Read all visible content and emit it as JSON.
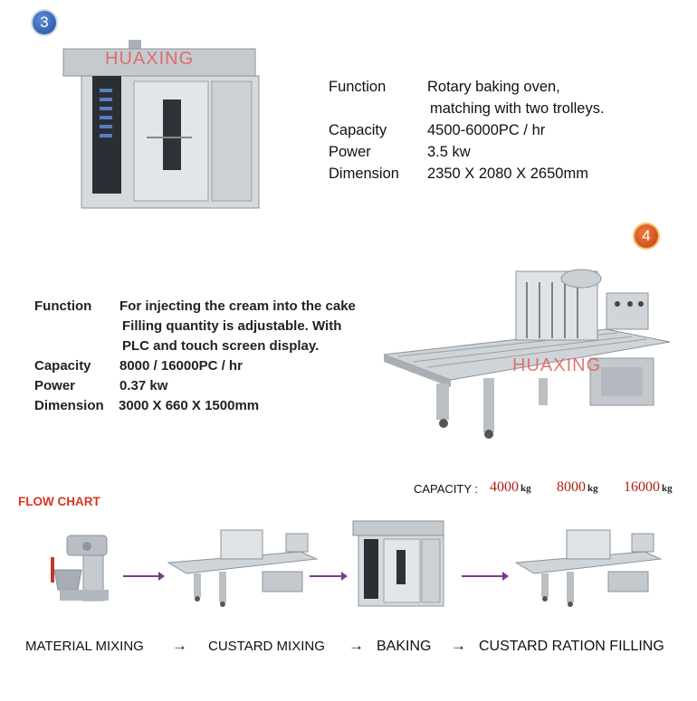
{
  "badges": {
    "one": "3",
    "two": "4"
  },
  "watermark": "HUAXING",
  "oven": {
    "function_label": "Function",
    "function_value_line1": "Rotary baking oven,",
    "function_value_line2": "matching with two trolleys.",
    "capacity_label": "Capacity",
    "capacity_value": "4500-6000PC / hr",
    "power_label": "Power",
    "power_value": "3.5 kw",
    "dimension_label": "Dimension",
    "dimension_value": "2350 X 2080 X 2650mm"
  },
  "injector": {
    "function_label": "Function",
    "function_value_line1": "For injecting the cream into the cake",
    "function_value_line2": "Filling quantity is adjustable. With",
    "function_value_line3": "PLC and touch screen display.",
    "capacity_label": "Capacity",
    "capacity_value": "8000 / 16000PC / hr",
    "power_label": "Power",
    "power_value": "0.37 kw",
    "dimension_label": "Dimension",
    "dimension_value": "3000 X 660 X 1500mm"
  },
  "flow": {
    "title": "FLOW CHART",
    "capacity_label": "CAPACITY :",
    "capacities": [
      {
        "value": "4000",
        "unit": "kg"
      },
      {
        "value": "8000",
        "unit": "kg"
      },
      {
        "value": "16000",
        "unit": "kg"
      }
    ],
    "steps": [
      "MATERIAL MIXING",
      "CUSTARD MIXING",
      "BAKING",
      "CUSTARD RATION FILLING"
    ],
    "arrow": "→"
  },
  "colors": {
    "watermark": "#e0605a",
    "flow_title": "#d9341f",
    "capacity_value": "#b21e12",
    "flow_arrow": "#7b3a8c"
  }
}
